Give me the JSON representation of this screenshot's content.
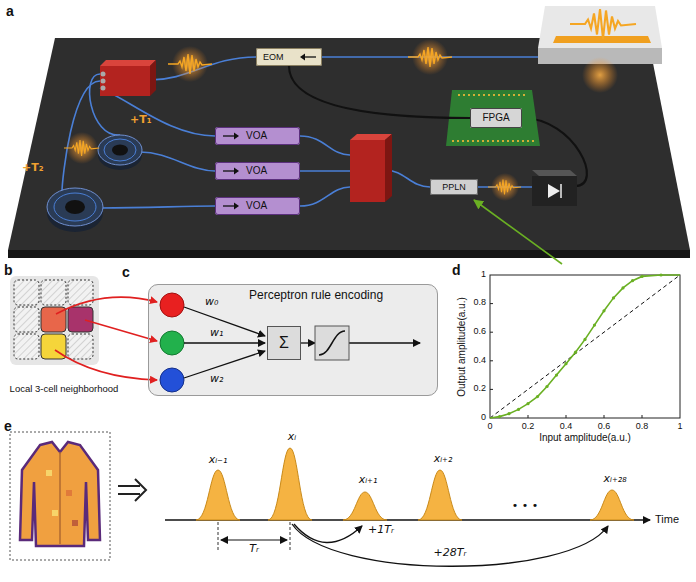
{
  "diagram": {
    "nodes": [
      {
        "text": [
          "EOM"
        ]
      },
      {
        "text": [
          "FPGA"
        ]
      },
      {
        "text": [
          "VOA"
        ]
      },
      {
        "text": [
          "VOA"
        ]
      },
      {
        "text": [
          "PPLN"
        ]
      },
      {
        "text": [
          "VOA"
        ]
      },
      {
        "text": [
          "Perceptron rule encoding"
        ]
      },
      {
        "text": [
          "Σ"
        ],
        "in": 6
      }
    ],
    "edges": [
      {
        "from": 1,
        "to": 0,
        "arrow": "none"
      }
    ],
    "labels": [
      "a",
      "b",
      "c",
      "d",
      "e",
      "+T₂",
      "+T₁",
      "w₀",
      "w₁",
      "w₂",
      "Local 3-cell neighborhood",
      "Output amplitude(a.u.)",
      "Input amplitude(a.u.)",
      "0",
      "0.2",
      "0.4",
      "0.6",
      "0.8",
      "1",
      "0",
      "0.2",
      "0.4",
      "0.6",
      "0.8",
      "1",
      "xᵢ₋₁",
      "xᵢ",
      "xᵢ₊₁",
      "xᵢ₊₂",
      "• • •",
      "xᵢ₊₂₈",
      "Tᵣ",
      "+1Tᵣ",
      "+28Tᵣ",
      "Time"
    ]
  }
}
